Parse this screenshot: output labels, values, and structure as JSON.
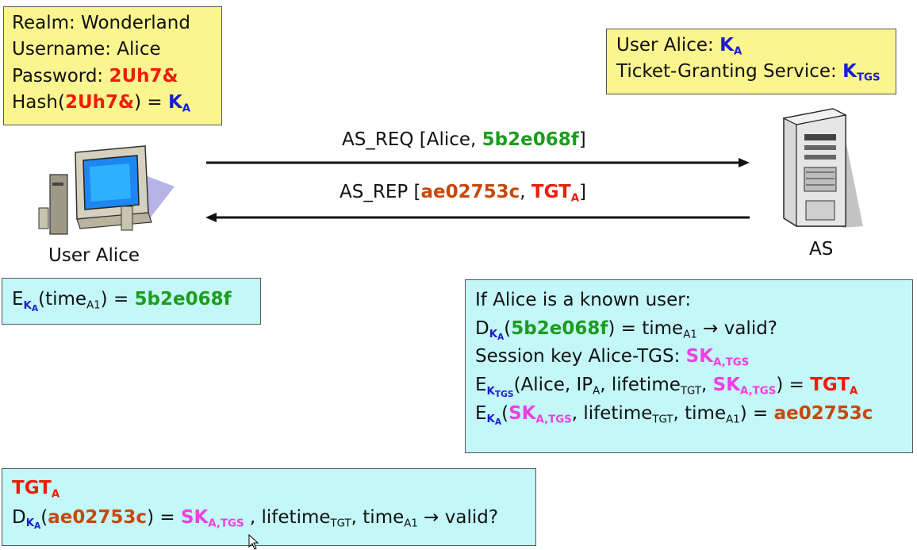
{
  "client_box": {
    "realm": "Realm: Wonderland",
    "username": "Username: Alice",
    "password_label": "Password: ",
    "password": "2Uh7&",
    "hash_prefix": "Hash(",
    "hash_arg": "2Uh7&",
    "hash_mid": ") = ",
    "key": "K",
    "key_sub": "A"
  },
  "as_box": {
    "user_label": "User Alice: ",
    "user_key": "K",
    "user_key_sub": "A",
    "tgs_label": "Ticket-Granting Service: ",
    "tgs_key": "K",
    "tgs_key_sub": "TGS"
  },
  "entities": {
    "client": "User Alice",
    "server": "AS"
  },
  "messages": {
    "req_prefix": "AS_REQ [Alice, ",
    "req_value": "5b2e068f",
    "req_suffix": "]",
    "rep_prefix": "AS_REP [",
    "rep_value": "ae02753c",
    "rep_sep": ", ",
    "rep_tgt": "TGT",
    "rep_tgt_sub": "A",
    "rep_suffix": "]"
  },
  "client_calc": {
    "e": "E",
    "k": "K",
    "k_sub": "A",
    "open": "(time",
    "time_sub": "A1",
    "close": ") = ",
    "value": "5b2e068f"
  },
  "as_calc": {
    "line1": "If Alice is a known user:",
    "l2_d": "D",
    "l2_k": "K",
    "l2_k_sub": "A",
    "l2_open": "(",
    "l2_value": "5b2e068f",
    "l2_mid": ") = time",
    "l2_time_sub": "A1",
    "l2_end": " → valid?",
    "l3_text": "Session key Alice-TGS: ",
    "l3_sk": "SK",
    "l3_sk_sub": "A,TGS",
    "l4_e": "E",
    "l4_k": "K",
    "l4_k_sub": "TGS",
    "l4_a": "(Alice, IP",
    "l4_ip_sub": "A",
    "l4_b": ", lifetime",
    "l4_lt_sub": "TGT",
    "l4_c": ", ",
    "l4_sk": "SK",
    "l4_sk_sub": "A,TGS",
    "l4_d": ") = ",
    "l4_tgt": "TGT",
    "l4_tgt_sub": "A",
    "l5_e": "E",
    "l5_k": "K",
    "l5_k_sub": "A",
    "l5_open": "(",
    "l5_sk": "SK",
    "l5_sk_sub": "A,TGS",
    "l5_a": ", lifetime",
    "l5_lt_sub": "TGT",
    "l5_b": ", time",
    "l5_time_sub": "A1",
    "l5_c": ") = ",
    "l5_value": "ae02753c"
  },
  "client_verify": {
    "tgt": "TGT",
    "tgt_sub": "A",
    "d": "D",
    "k": "K",
    "k_sub": "A",
    "open": "(",
    "value": "ae02753c",
    "mid": ") = ",
    "sk": "SK",
    "sk_sub": "A,TGS",
    "a": " , lifetime",
    "lt_sub": "TGT",
    "b": ", time",
    "time_sub": "A1",
    "end": " → valid?"
  },
  "colors": {
    "yellow_box": "#fbf58f",
    "cyan_box": "#c3f7f8",
    "red": "#ef1c0b",
    "blue": "#1b1dd2",
    "green": "#1d9c1d",
    "orange": "#c9470b",
    "pink": "#ee3fe1"
  },
  "icons": {
    "client": "desktop-computer-icon",
    "server": "server-tower-icon"
  }
}
